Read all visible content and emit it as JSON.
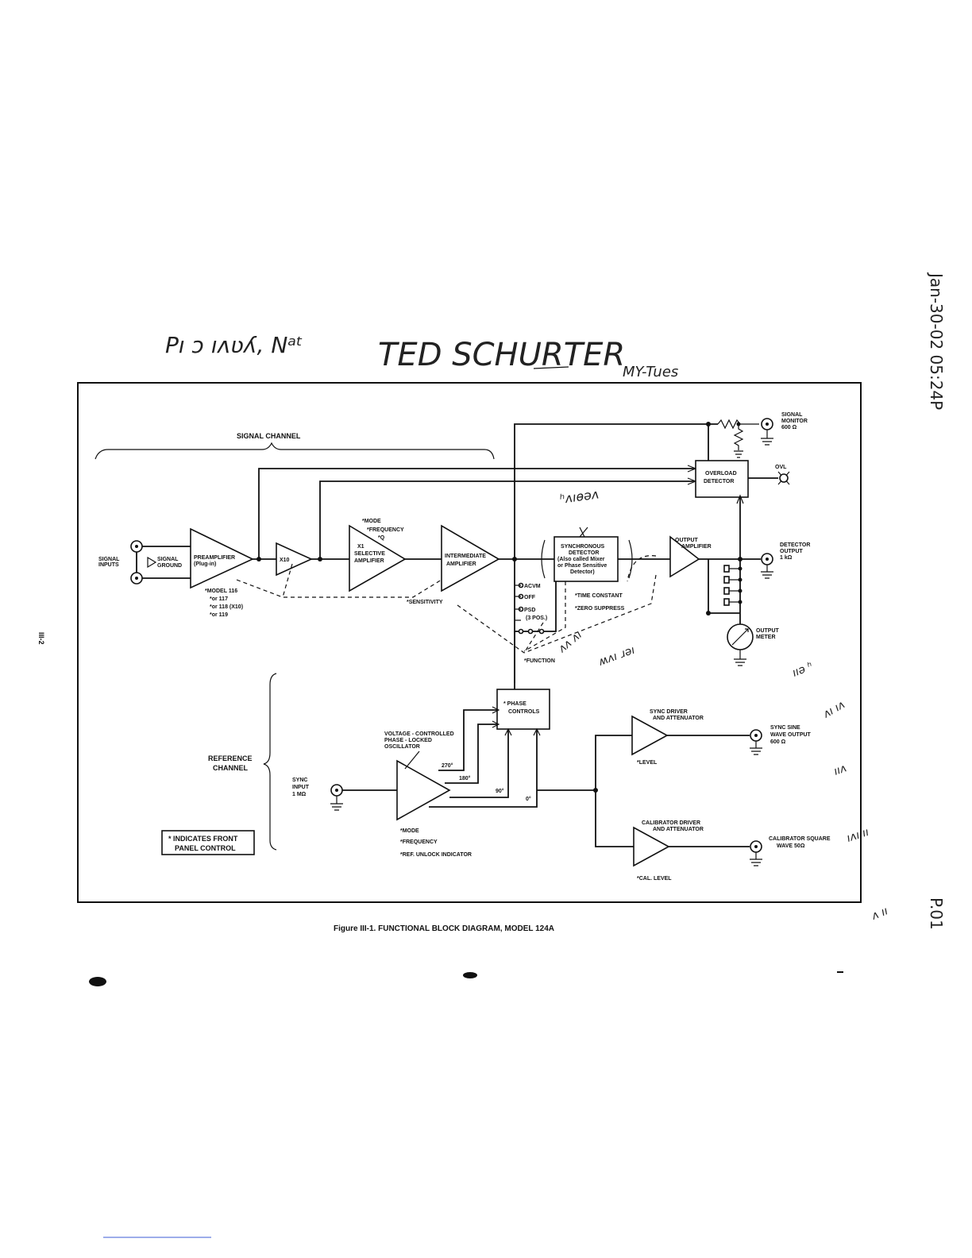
{
  "fax_header": "Jan-30-02 05:24P",
  "page_code": "P.01",
  "page_number": "III-2",
  "caption": "Figure III-1.  FUNCTIONAL BLOCK DIAGRAM, MODEL 124A",
  "handwriting": {
    "top_left": "Pı ↄ ıʌʋʎ, Nᵃᵗ",
    "name": "TED SCHURTER",
    "sub": "MY-Tues",
    "margin_note": "ʰʌıɵəʌ",
    "note_a": "ʌʌ ʌı",
    "note_b": "ʍʌı ɹəı",
    "right_lines": [
      "ııə ʰ",
      "ʌı ıʌ",
      "ııʌ",
      "ıʌı ıı",
      "ʌ ıı"
    ]
  },
  "diagram": {
    "section_signal": "SIGNAL CHANNEL",
    "section_reference": "REFERENCE\nCHANNEL",
    "signal_inputs": "SIGNAL\nINPUTS",
    "signal_ground": "SIGNAL\nGROUND",
    "preamplifier": "PREAMPLIFIER\n(Plug-in)",
    "preamp_models": [
      "*MODEL 116",
      "*or 117",
      "*or 118 (X10)",
      "*or 119"
    ],
    "x10": "X10",
    "selective_amp": "X1\nSELECTIVE\nAMPLIFIER",
    "selective_controls": [
      "*MODE",
      "*FREQUENCY",
      "*Q"
    ],
    "intermediate_amp": "INTERMEDIATE\nAMPLIFIER",
    "sensitivity": "*SENSITIVITY",
    "acvm": "ACVM",
    "switch_off": "OFF",
    "switch_psd": "PSD",
    "switch_3pos": "(3 POS.)",
    "function": "*FUNCTION",
    "sync_detector": "SYNCHRONOUS\nDETECTOR\n(Also called Mixer\nor Phase Sensitive\nDetector)",
    "time_constant": "*TIME CONSTANT",
    "zero_suppress": "*ZERO SUPPRESS",
    "output_amp": "OUTPUT\nAMPLIFIER",
    "overload_detector": "OVERLOAD\nDETECTOR",
    "ovl": "OVL",
    "signal_monitor": "SIGNAL\nMONITOR\n600 Ω",
    "detector_output": "DETECTOR\nOUTPUT\n1 kΩ",
    "output_meter": "OUTPUT\nMETER",
    "phase_controls": "* PHASE\nCONTROLS",
    "vco": "VOLTAGE - CONTROLLED\nPHASE - LOCKED\nOSCILLATOR",
    "phase_270": "270°",
    "phase_180": "180°",
    "phase_90": "90°",
    "phase_0": "0°",
    "sync_input": "SYNC\nINPUT\n1 MΩ",
    "vco_controls": [
      "*MODE",
      "*FREQUENCY",
      "*REF. UNLOCK INDICATOR"
    ],
    "sync_driver": "SYNC DRIVER\nAND ATTENUATOR",
    "level": "*LEVEL",
    "sync_sine_output": "SYNC SINE\nWAVE OUTPUT\n600 Ω",
    "cal_driver": "CALIBRATOR DRIVER\nAND ATTENUATOR",
    "cal_level": "*CAL. LEVEL",
    "cal_square_output": "CALIBRATOR SQUARE\nWAVE 50Ω",
    "legend": "* INDICATES FRONT\nPANEL CONTROL"
  }
}
